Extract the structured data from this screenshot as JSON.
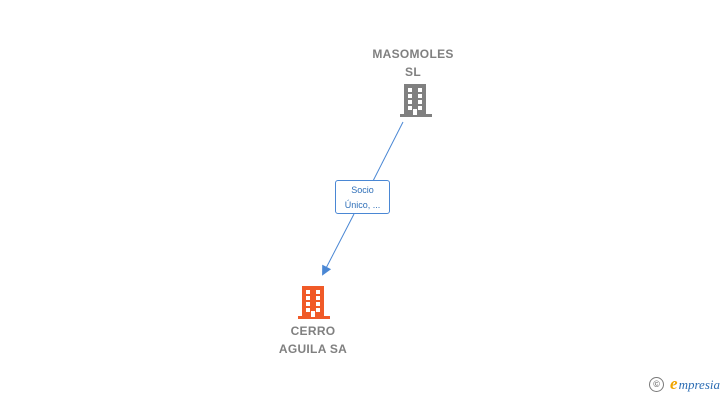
{
  "nodes": {
    "parent": {
      "line1": "MASOMOLES",
      "line2": "SL",
      "icon": "building-icon",
      "color": "#808080"
    },
    "child": {
      "line1": "CERRO",
      "line2": "AGUILA SA",
      "icon": "building-icon",
      "color": "#f05a28"
    }
  },
  "edge": {
    "line1": "Socio",
    "line2": "Único, ...",
    "color": "#4a87d4"
  },
  "footer": {
    "copyright_symbol": "©",
    "brand_initial": "e",
    "brand_rest": "mpresia"
  }
}
